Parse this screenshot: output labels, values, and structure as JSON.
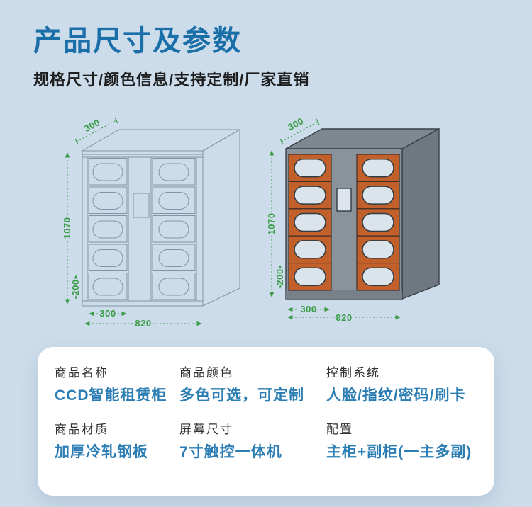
{
  "header": {
    "title": "产品尺寸及参数",
    "subtitle": "规格尺寸/颜色信息/支持定制/厂家直销",
    "title_color": "#1b6fa8",
    "subtitle_color": "#1e1e1e"
  },
  "diagrams": {
    "dimension_unit_values": {
      "depth": "300",
      "height": "1070",
      "cell_height": "200",
      "column_width": "300",
      "width": "820"
    },
    "colors": {
      "dimension_green": "#3a9c46",
      "wireframe_stroke": "#8294a3",
      "cabinet_orange": "#c2602c",
      "cabinet_frame_gray": "#8a929c",
      "cabinet_top_gray": "#7f8791",
      "cabinet_side_gray": "#6f7781",
      "door_window_fill": "#dbe3eb",
      "background": "#ccdcea"
    }
  },
  "specs": {
    "label_color": "#303030",
    "value_color": "#2b7db3",
    "items": [
      {
        "label": "商品名称",
        "value": "CCD智能租赁柜"
      },
      {
        "label": "商品颜色",
        "value": "多色可选，可定制"
      },
      {
        "label": "控制系统",
        "value": "人脸/指纹/密码/刷卡"
      },
      {
        "label": "商品材质",
        "value": "加厚冷轧钢板"
      },
      {
        "label": "屏幕尺寸",
        "value": "7寸触控一体机"
      },
      {
        "label": "配置",
        "value": "主柜+副柜(一主多副)"
      }
    ]
  }
}
